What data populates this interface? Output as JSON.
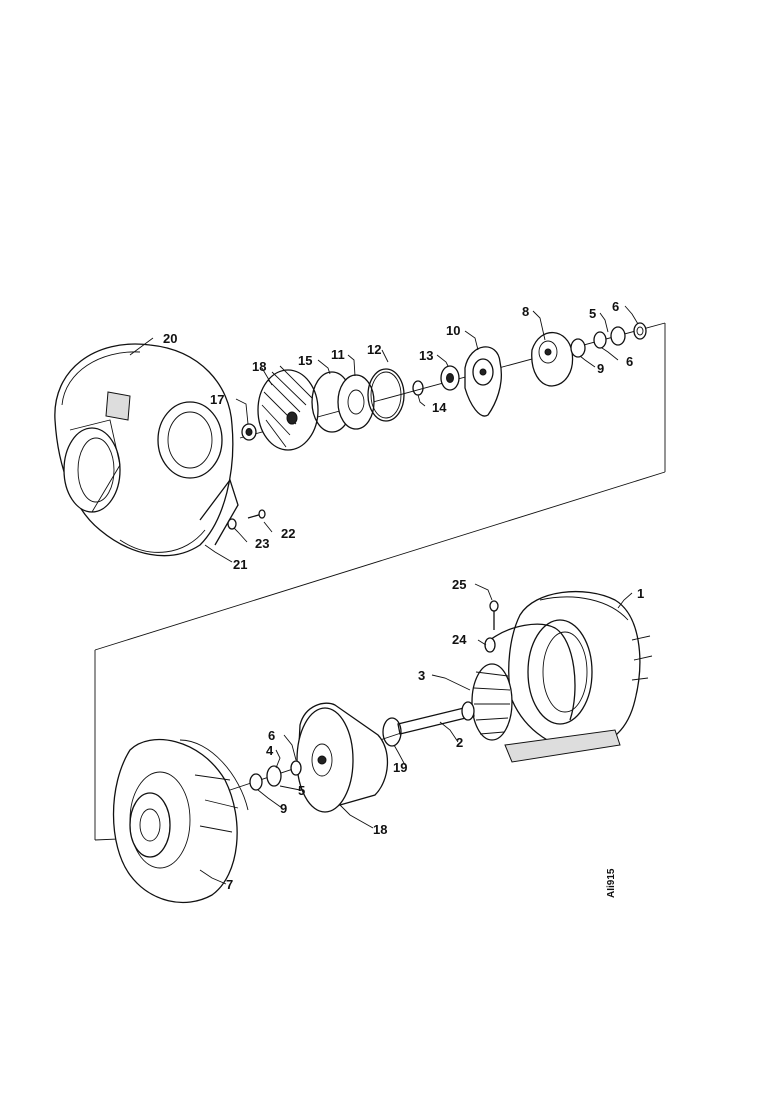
{
  "figure": {
    "drawing_code": "AIi915",
    "upper_assembly": {
      "labels": {
        "p20": "20",
        "p18": "18",
        "p17": "17",
        "p15": "15",
        "p11": "11",
        "p12": "12",
        "p13": "13",
        "p14": "14",
        "p10": "10",
        "p8": "8",
        "p5": "5",
        "p6a": "6",
        "p6b": "6",
        "p9": "9",
        "p22": "22",
        "p23": "23",
        "p21": "21"
      }
    },
    "lower_assembly": {
      "labels": {
        "p25": "25",
        "p1": "1",
        "p24": "24",
        "p3": "3",
        "p2": "2",
        "p6": "6",
        "p4": "4",
        "p5": "5",
        "p19": "19",
        "p9": "9",
        "p18": "18",
        "p7": "7"
      }
    }
  }
}
